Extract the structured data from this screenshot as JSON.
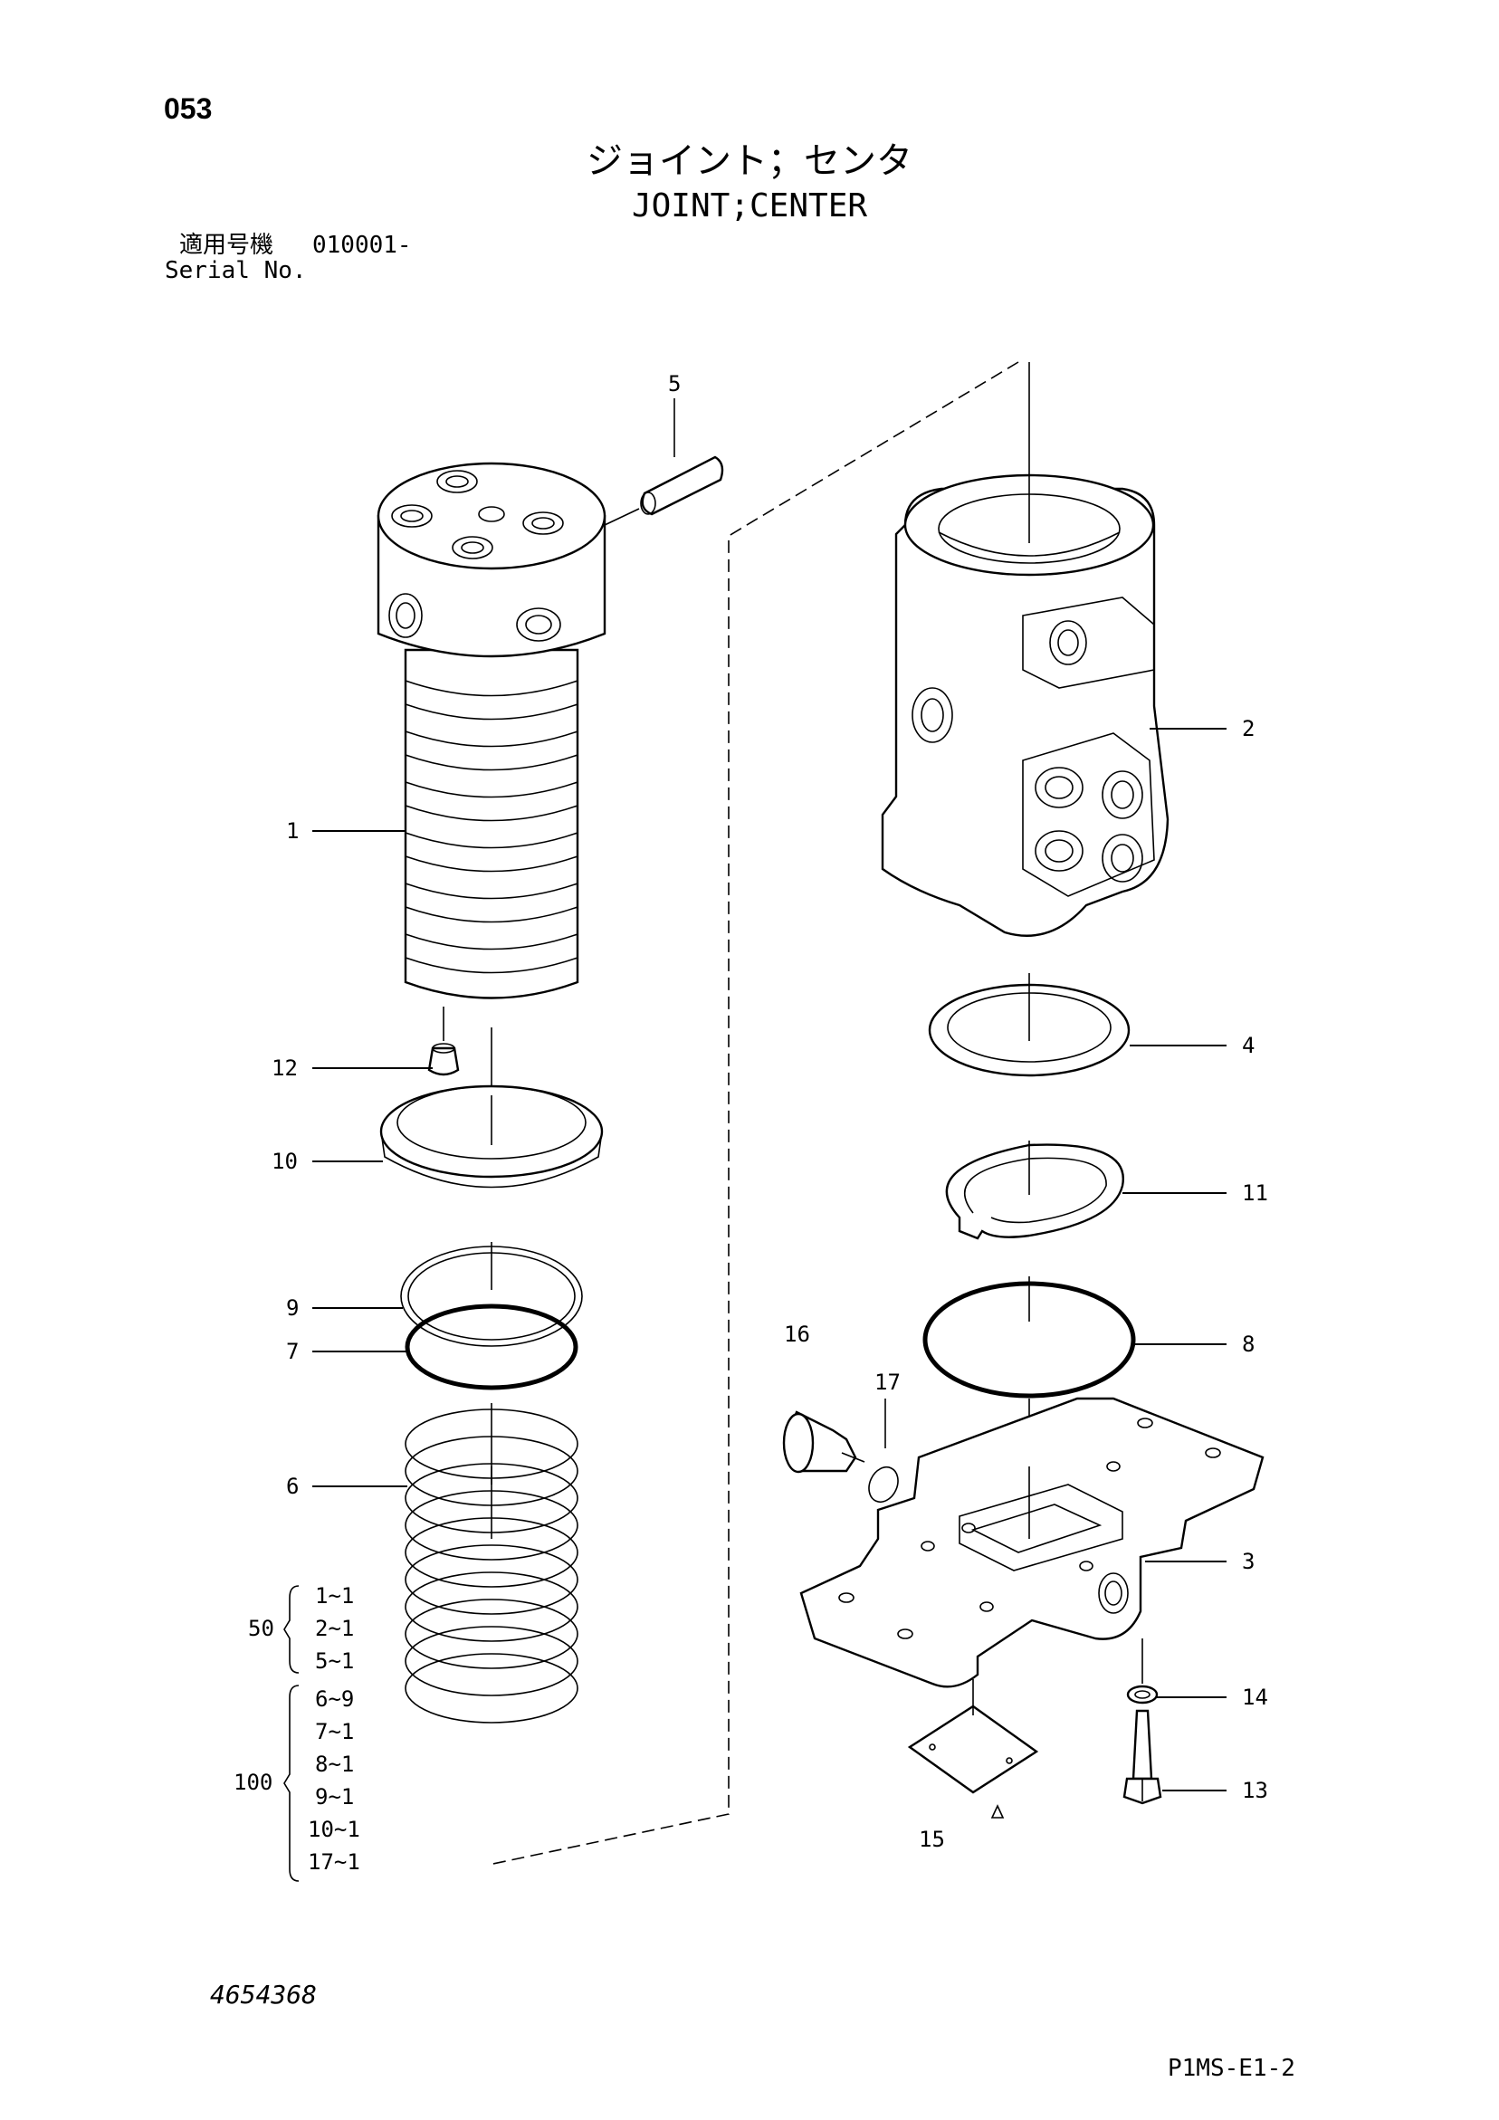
{
  "header": {
    "page_number": "053",
    "title_jp": "ジョイント；センタ",
    "title_en": "JOINT;CENTER",
    "serial_label_jp": "適用号機",
    "serial_value": "010001-",
    "serial_label_en": "Serial No."
  },
  "callouts": [
    "1",
    "2",
    "3",
    "4",
    "5",
    "6",
    "7",
    "8",
    "9",
    "10",
    "11",
    "12",
    "13",
    "14",
    "15",
    "16",
    "17"
  ],
  "kits": [
    {
      "qty": "50",
      "items": [
        "1~1",
        "2~1",
        "5~1"
      ]
    },
    {
      "qty": "100",
      "items": [
        "6~9",
        "7~1",
        "8~1",
        "9~1",
        "10~1",
        "17~1"
      ]
    }
  ],
  "footer": {
    "drawing_number": "4654368",
    "sheet_code": "P1MS-E1-2"
  }
}
